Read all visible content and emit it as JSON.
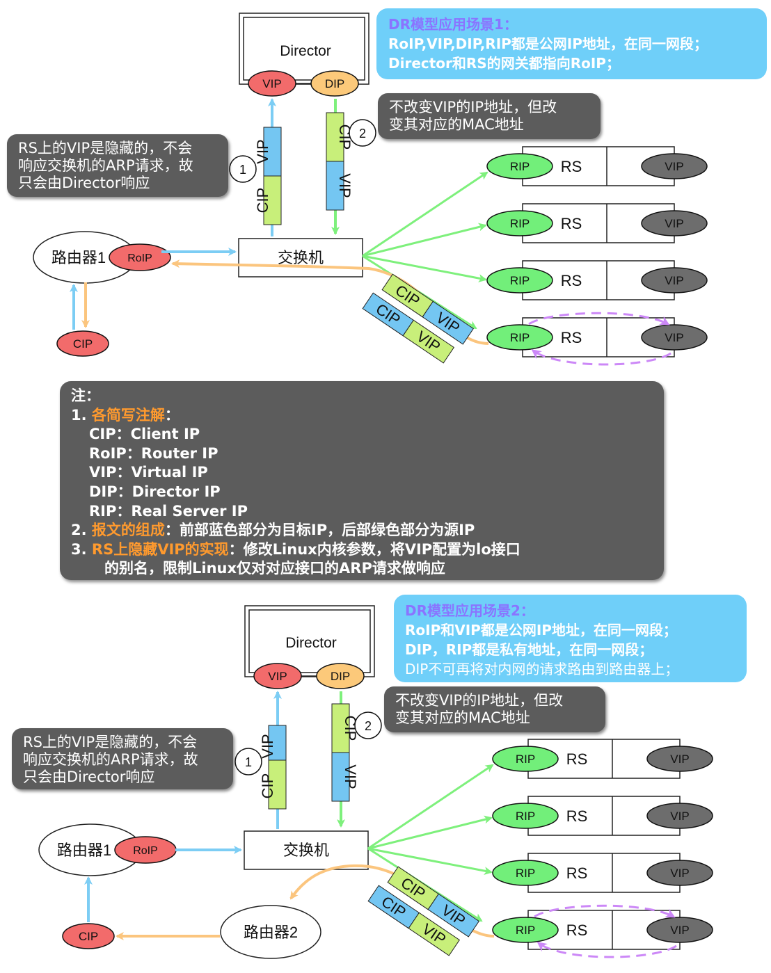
{
  "labels": {
    "director": "Director",
    "vip": "VIP",
    "dip": "DIP",
    "rip": "RIP",
    "rs": "RS",
    "roip": "RoIP",
    "cip": "CIP",
    "switch": "交换机",
    "router1": "路由器1",
    "router2": "路由器2",
    "step1": "1",
    "step2": "2"
  },
  "scene1": {
    "title": "DR模型应用场景1：",
    "lines": [
      "RoIP,VIP,DIP,RIP都是公网IP地址，在同一网段；",
      "Director和RS的网关都指向RoIP；"
    ]
  },
  "scene2": {
    "title": "DR模型应用场景2：",
    "lines": [
      "RoIP和VIP都是公网IP地址，在同一网段；",
      "DIP，RIP都是私有地址，在同一网段；",
      "DIP不可再将对内网的请求路由到路由器上；"
    ]
  },
  "callouts": {
    "rs_vip_hidden": [
      "RS上的VIP是隐藏的，不会",
      "响应交换机的ARP请求，故",
      "只会由Director响应"
    ],
    "mac_change": [
      "不改变VIP的IP地址，但改",
      "变其对应的MAC地址"
    ]
  },
  "notes": {
    "heading": "注：",
    "item1_num": "1. ",
    "item1_title": "各简写注解",
    "item1_colon": "：",
    "abbrevs": [
      "CIP：Client IP",
      "RoIP：Router IP",
      "VIP：Virtual IP",
      "DIP：Director IP",
      "RIP：Real Server IP"
    ],
    "item2_num": "2. ",
    "item2_title": "报文的组成",
    "item2_text": "：前部蓝色部分为目标IP，后部绿色部分为源IP",
    "item3_num": "3. ",
    "item3_title": "RS上隐藏VIP的实现",
    "item3_text": "：修改Linux内核参数，将VIP配置为lo接口",
    "item3_cont": "的别名，限制Linux仅对对应接口的ARP请求做响应"
  },
  "colors": {
    "vip_red": "#f26b6b",
    "dip_orange": "#fcc97a",
    "rip_green": "#72ef7a",
    "rs_vip_gray": "#6d6d6d",
    "packet_green": "#c8ef7a",
    "packet_blue": "#74c6f2",
    "arrow_blue": "#7ccdf4",
    "arrow_green": "#7ef07c",
    "arrow_orange": "#fbc57e",
    "dashed_purple": "#cc88f7",
    "callout_gray": "#5c5c5c",
    "scene_blue": "#6fcff9",
    "title_purple": "#8a74ff",
    "note_orange": "#ff9a2e"
  }
}
